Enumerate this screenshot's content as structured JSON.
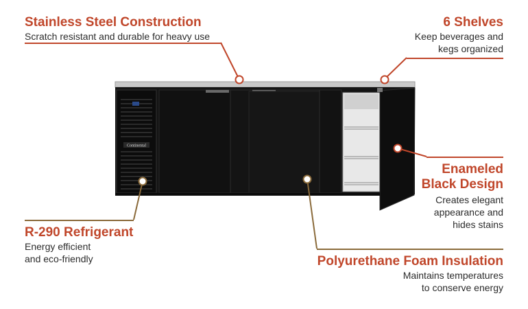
{
  "callouts": {
    "stainless": {
      "title": "Stainless Steel Construction",
      "desc": "Scratch resistant and durable for heavy use"
    },
    "shelves": {
      "title": "6 Shelves",
      "desc_line1": "Keep beverages and",
      "desc_line2": "kegs organized"
    },
    "enameled": {
      "title_line1": "Enameled",
      "title_line2": "Black Design",
      "desc_line1": "Creates elegant",
      "desc_line2": "appearance and",
      "desc_line3": "hides stains"
    },
    "refrigerant": {
      "title": "R-290 Refrigerant",
      "desc_line1": "Energy efficient",
      "desc_line2": "and eco-friendly"
    },
    "foam": {
      "title": "Polyurethane Foam Insulation",
      "desc_line1": "Maintains temperatures",
      "desc_line2": "to conserve energy"
    }
  },
  "product": {
    "name": "back bar refrigerator",
    "brand_badge": "Continental"
  },
  "colors": {
    "accent": "#c0462a",
    "leader": "#8a6a3a",
    "cabinet": "#1a1a1a",
    "steel": "#c9c9c9"
  }
}
